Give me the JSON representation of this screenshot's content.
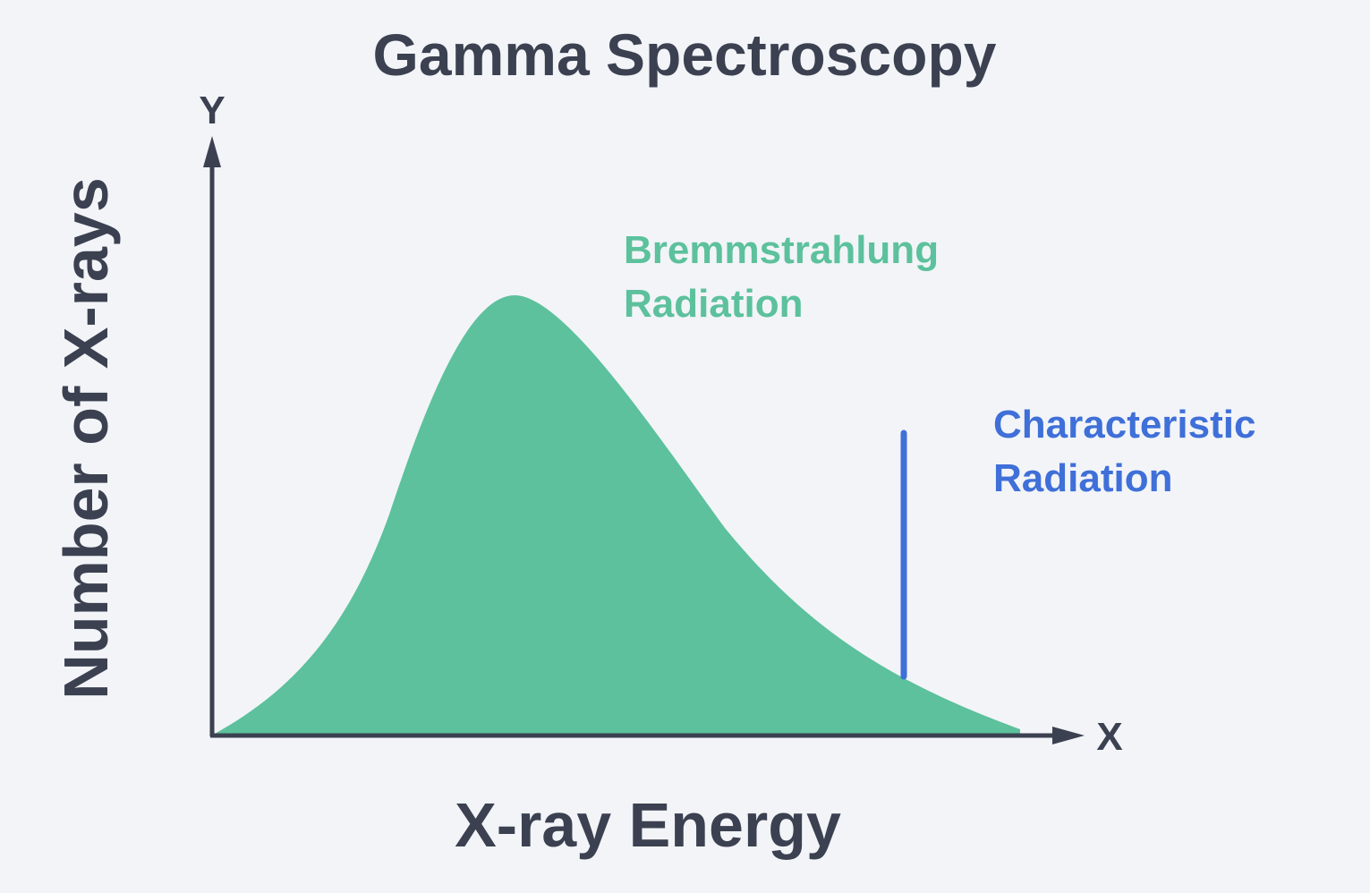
{
  "title": "Gamma Spectroscopy",
  "axes": {
    "x_letter": "X",
    "y_letter": "Y",
    "x_label": "X-ray Energy",
    "y_label": "Number of X-rays"
  },
  "annotations": {
    "bremsstrahlung": {
      "line1": "Bremmstrahlung",
      "line2": "Radiation"
    },
    "characteristic": {
      "line1": "Characteristic",
      "line2": "Radiation"
    }
  },
  "colors": {
    "background": "#f2f4f8",
    "axis": "#3b4150",
    "curve_fill": "#5cc19c",
    "characteristic_line": "#3f6fd8",
    "bremsstrahlung_text": "#5cc19c",
    "characteristic_text": "#3f6fd8"
  }
}
